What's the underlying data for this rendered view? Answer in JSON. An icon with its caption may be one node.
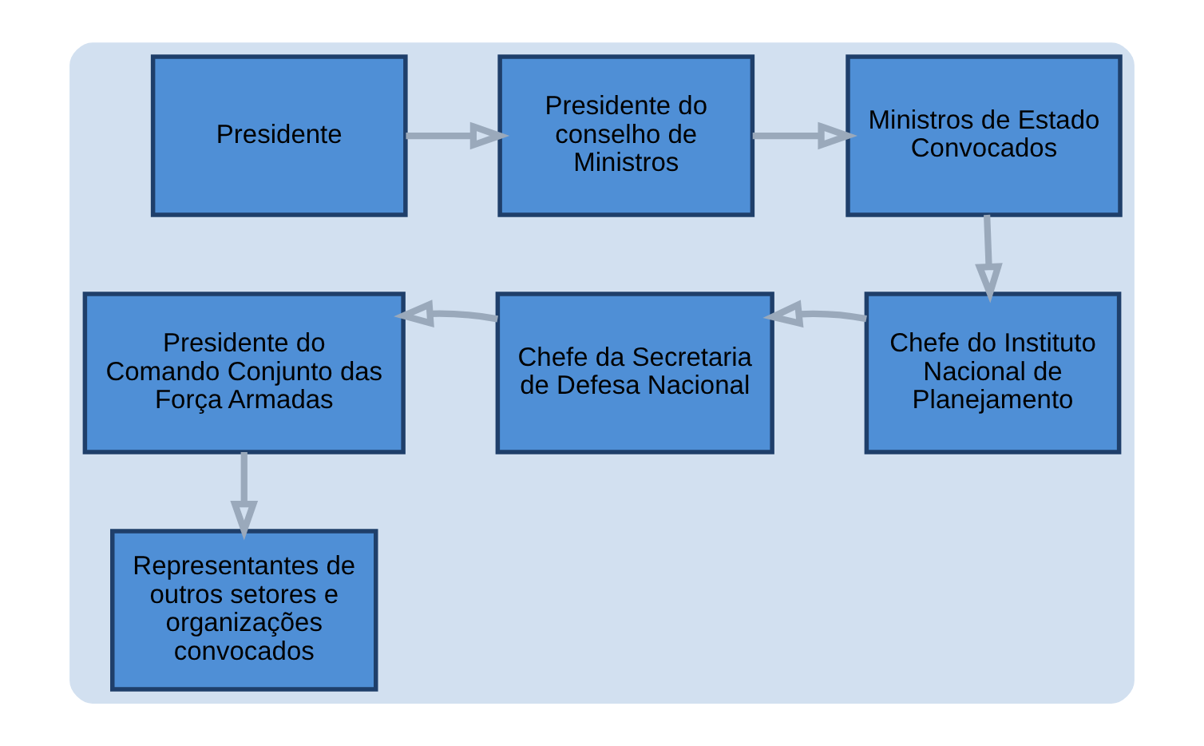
{
  "diagram": {
    "nodes": [
      {
        "text": [],
        "shape": "box"
      },
      {
        "text": [
          "Presidente"
        ],
        "in": 0
      },
      {
        "text": [
          "Presidente do conselho de Ministros"
        ],
        "in": 0
      },
      {
        "text": [
          "Ministros de Estado Convocados"
        ],
        "in": 0
      },
      {
        "text": [
          "Chefe do Instituto Nacional de Planejamento"
        ],
        "in": 0
      },
      {
        "text": [
          "Chefe da Secretaria de Defesa Nacional"
        ],
        "in": 0
      },
      {
        "text": [
          "Presidente do Comando Conjunto das Força Armadas"
        ],
        "in": 0
      },
      {
        "text": [
          "Representantes de outros setores e organizações convocados"
        ],
        "in": 0
      }
    ],
    "edges": [
      {
        "from": 1,
        "to": 2,
        "arrow": "to"
      },
      {
        "from": 2,
        "to": 3,
        "arrow": "to"
      },
      {
        "from": 3,
        "to": 4,
        "arrow": "to"
      },
      {
        "from": 4,
        "to": 5,
        "arrow": "to"
      },
      {
        "from": 5,
        "to": 6,
        "arrow": "to"
      },
      {
        "from": 6,
        "to": 7,
        "arrow": "to"
      }
    ]
  }
}
